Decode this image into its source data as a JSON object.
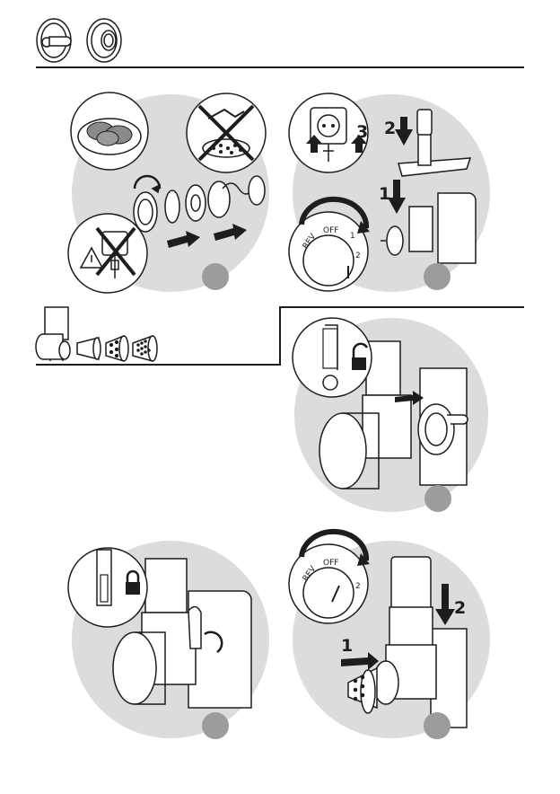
{
  "page": {
    "background": "#ffffff",
    "ink": "#1d1d1b",
    "panel_gray": "#dcdcdc",
    "step_badge_gray": "#9c9c9c"
  },
  "header_icons": [
    "mincer-disc-icon",
    "ring-nut-icon"
  ],
  "section2_icons": [
    "slicer-housing-icon",
    "cone-drum-icon",
    "coarse-grater-drum-icon",
    "fine-grater-drum-icon"
  ],
  "step1": {
    "icons": [
      "food-bowl-icon",
      "no-dishwasher-icon",
      "warning-unplug-icon",
      "mincer-assembly-icon"
    ]
  },
  "step2": {
    "callout_num": "3",
    "arrow_num_top": "2",
    "arrow_num_side": "1",
    "dial": {
      "rev": "REV",
      "off": "OFF",
      "one": "1",
      "two": "2"
    }
  },
  "step3": {
    "icons": [
      "unlock-icon",
      "slot-diagram-icon"
    ]
  },
  "step4": {
    "icons": [
      "lock-icon",
      "slot-diagram-icon"
    ]
  },
  "step5": {
    "arrow_num_side": "1",
    "arrow_num_top": "2",
    "dial": {
      "rev": "REV",
      "off": "OFF",
      "two": "2"
    }
  }
}
